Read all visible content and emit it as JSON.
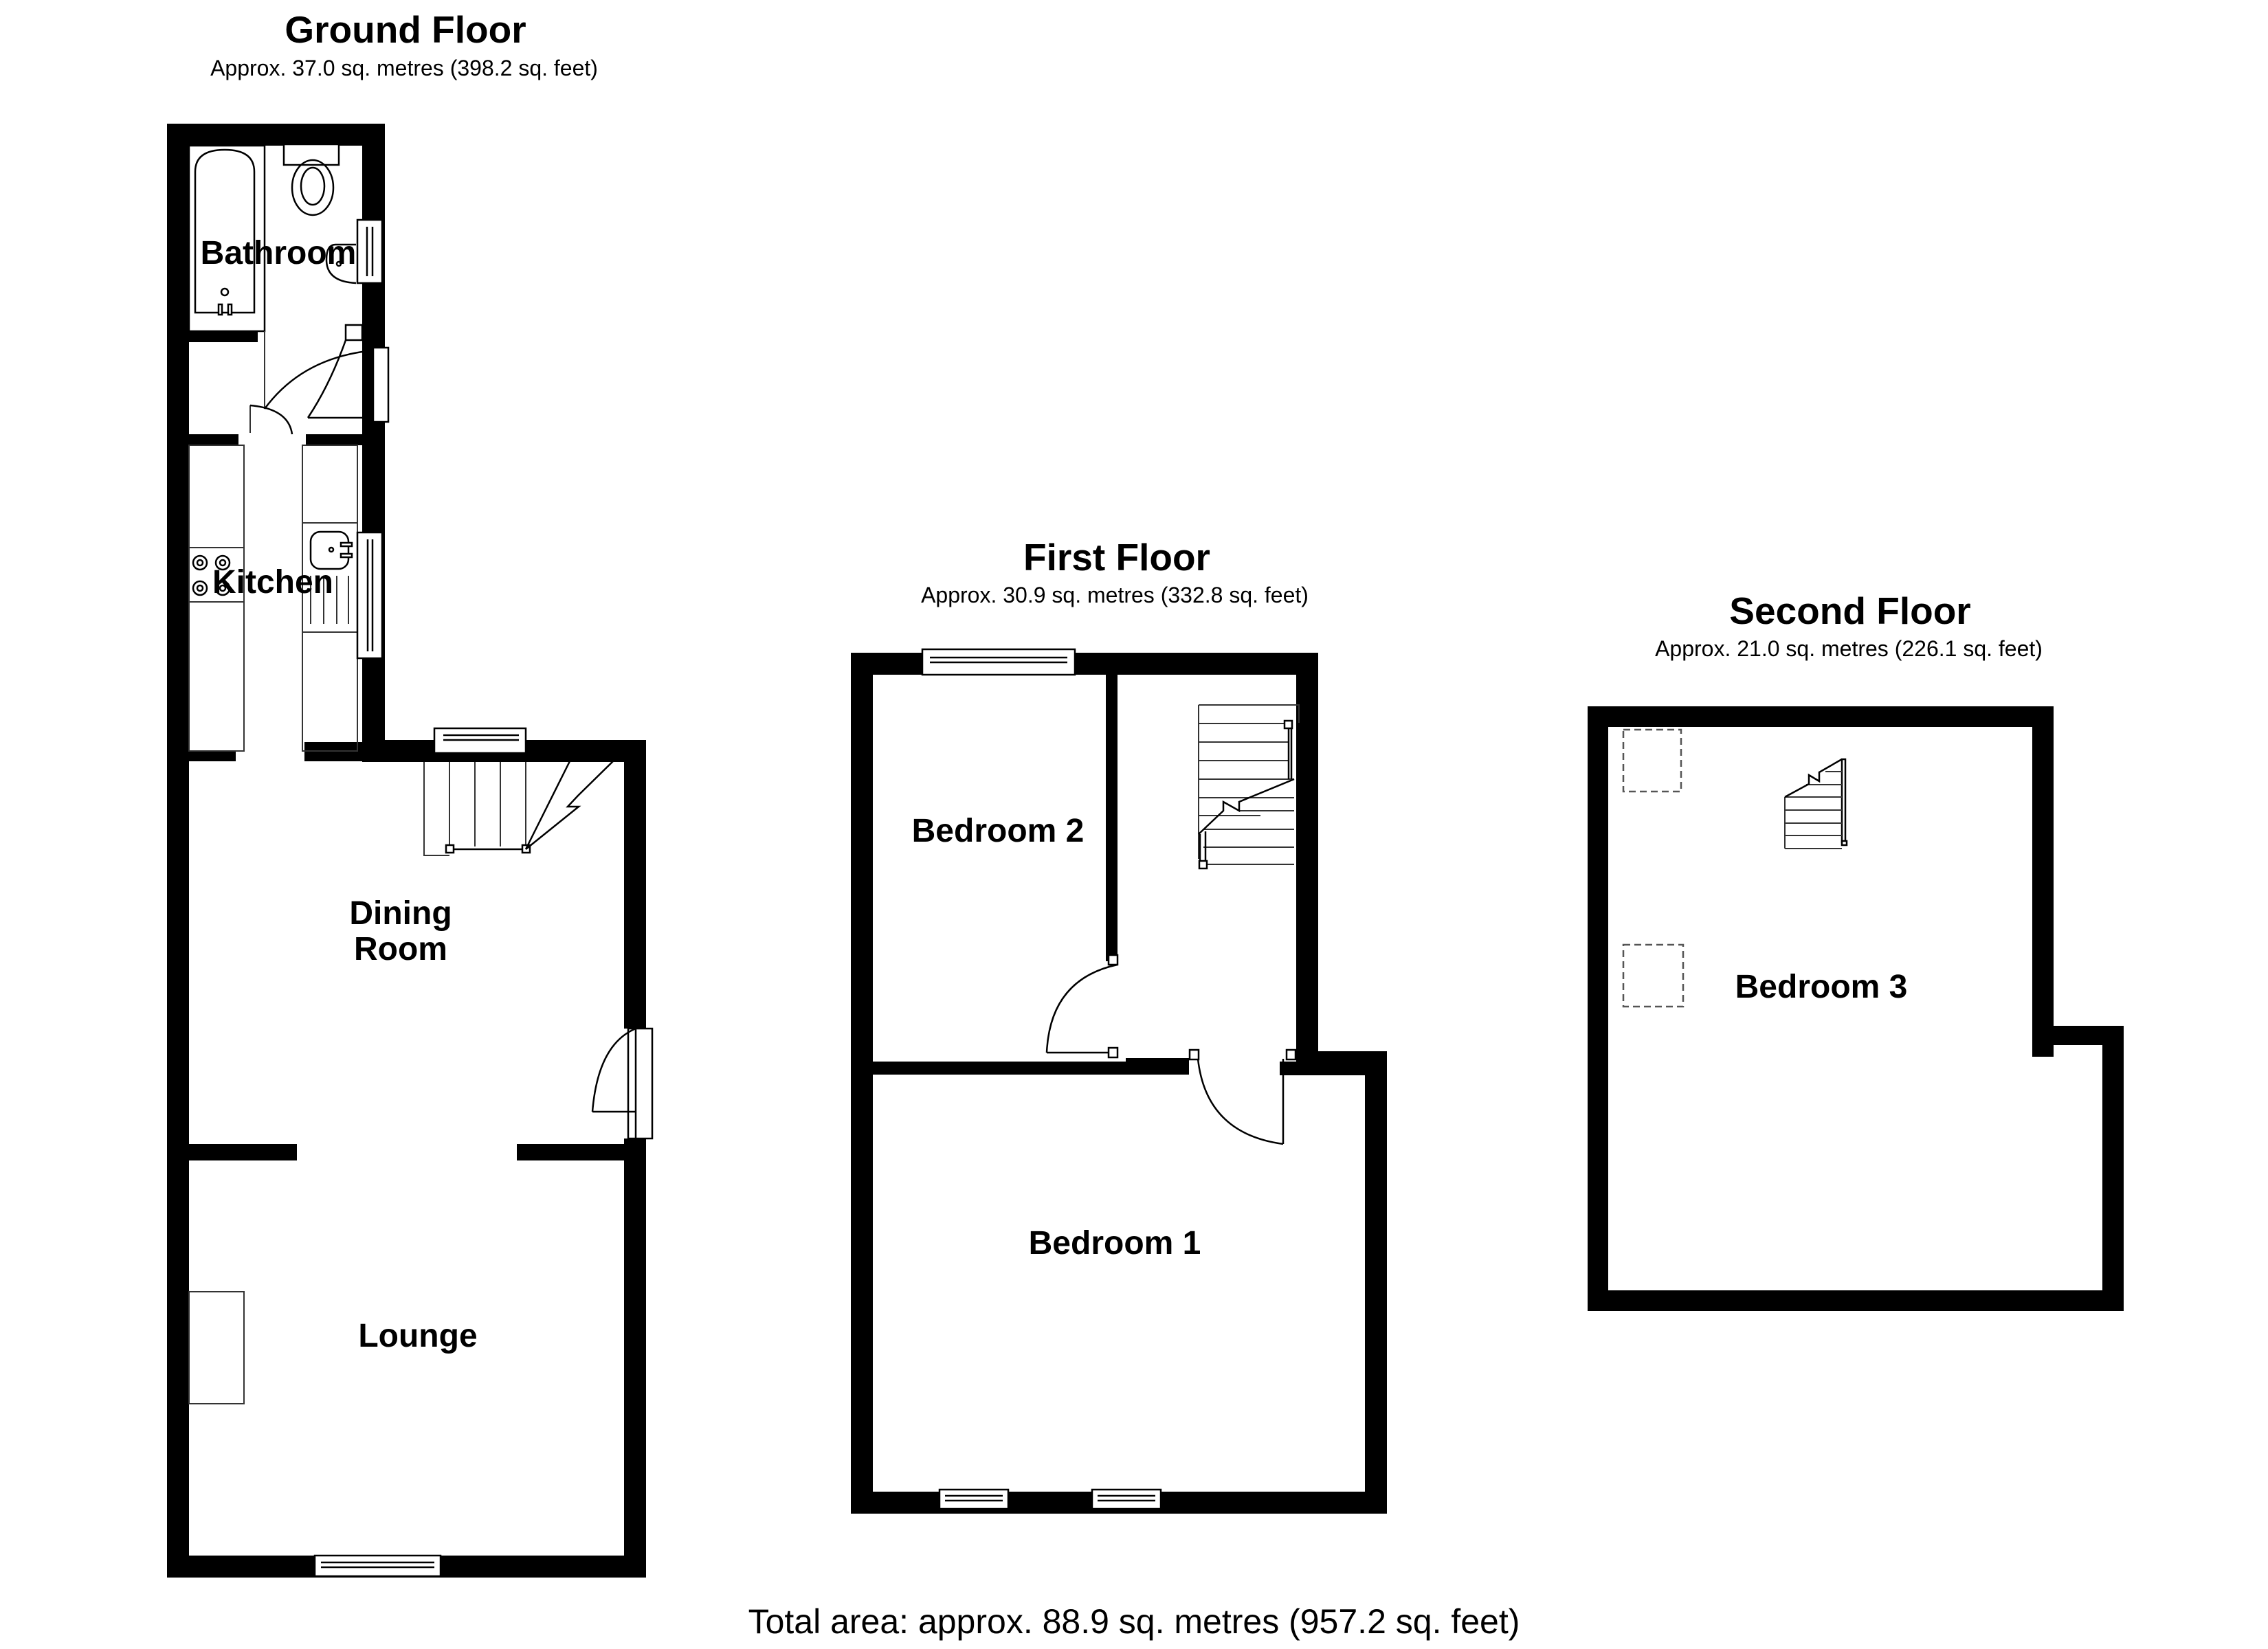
{
  "floors": [
    {
      "title": "Ground Floor",
      "area": "Approx. 37.0 sq. metres (398.2 sq. feet)",
      "rooms": [
        {
          "label": "Bathroom"
        },
        {
          "label": "Kitchen"
        },
        {
          "label": "Dining",
          "label_line2": "Room"
        },
        {
          "label": "Lounge"
        }
      ]
    },
    {
      "title": "First Floor",
      "area": "Approx. 30.9 sq. metres (332.8 sq. feet)",
      "rooms": [
        {
          "label": "Bedroom 2"
        },
        {
          "label": "Bedroom 1"
        }
      ]
    },
    {
      "title": "Second Floor",
      "area": "Approx. 21.0 sq. metres (226.1 sq. feet)",
      "rooms": [
        {
          "label": "Bedroom 3"
        }
      ]
    }
  ],
  "total_area": "Total area: approx. 88.9 sq. metres (957.2 sq. feet)",
  "colors": {
    "wall": "#000000",
    "background": "#ffffff"
  }
}
